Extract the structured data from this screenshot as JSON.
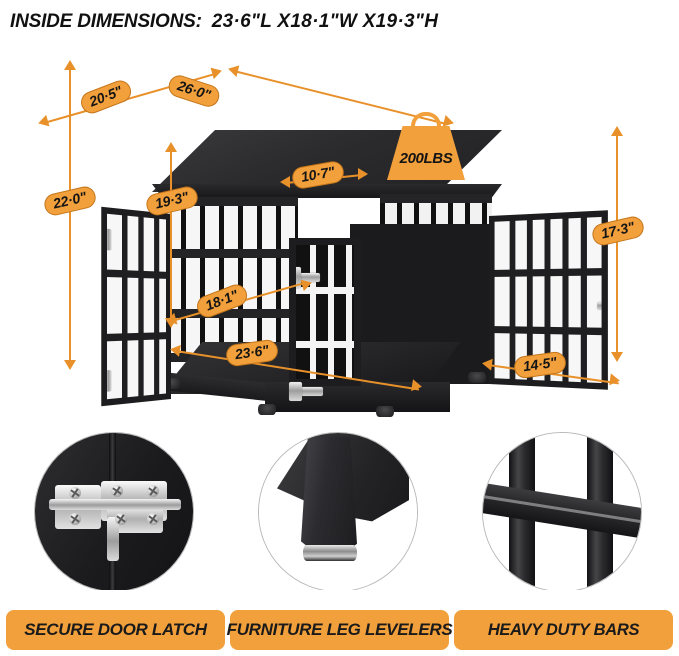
{
  "header": {
    "label": "INSIDE DIMENSIONS:",
    "dimensions": "23·6\"L  X18·1\"W  X19·3\"H"
  },
  "product": {
    "name": "wooden-dog-crate-furniture",
    "finish_color": "#1f1f21",
    "accent_color": "#F2A03C"
  },
  "weight_capacity": {
    "icon": "weight-block-icon",
    "label": "200LBS"
  },
  "dimension_callouts": [
    {
      "id": "top-left-depth",
      "label": "20·5\"",
      "axis": "diagonal"
    },
    {
      "id": "top-right-width",
      "label": "26·0\"",
      "axis": "diagonal"
    },
    {
      "id": "overall-height",
      "label": "22·0\"",
      "axis": "vertical"
    },
    {
      "id": "inside-height",
      "label": "19·3\"",
      "axis": "vertical"
    },
    {
      "id": "front-door-width",
      "label": "10·7\"",
      "axis": "horizontal"
    },
    {
      "id": "inside-width",
      "label": "18·1\"",
      "axis": "diagonal"
    },
    {
      "id": "inside-length",
      "label": "23·6\"",
      "axis": "diagonal"
    },
    {
      "id": "side-height",
      "label": "17·3\"",
      "axis": "vertical"
    },
    {
      "id": "side-depth",
      "label": "14·5\"",
      "axis": "horizontal"
    }
  ],
  "features": [
    {
      "id": "secure-door-latch",
      "label": "SECURE DOOR LATCH",
      "photo": "door-latch-closeup-photo"
    },
    {
      "id": "furniture-leg-levelers",
      "label": "FURNITURE LEG LEVELERS",
      "photo": "leg-leveler-closeup-photo"
    },
    {
      "id": "heavy-duty-bars",
      "label": "HEAVY DUTY BARS",
      "photo": "heavy-duty-bars-closeup-photo"
    }
  ]
}
